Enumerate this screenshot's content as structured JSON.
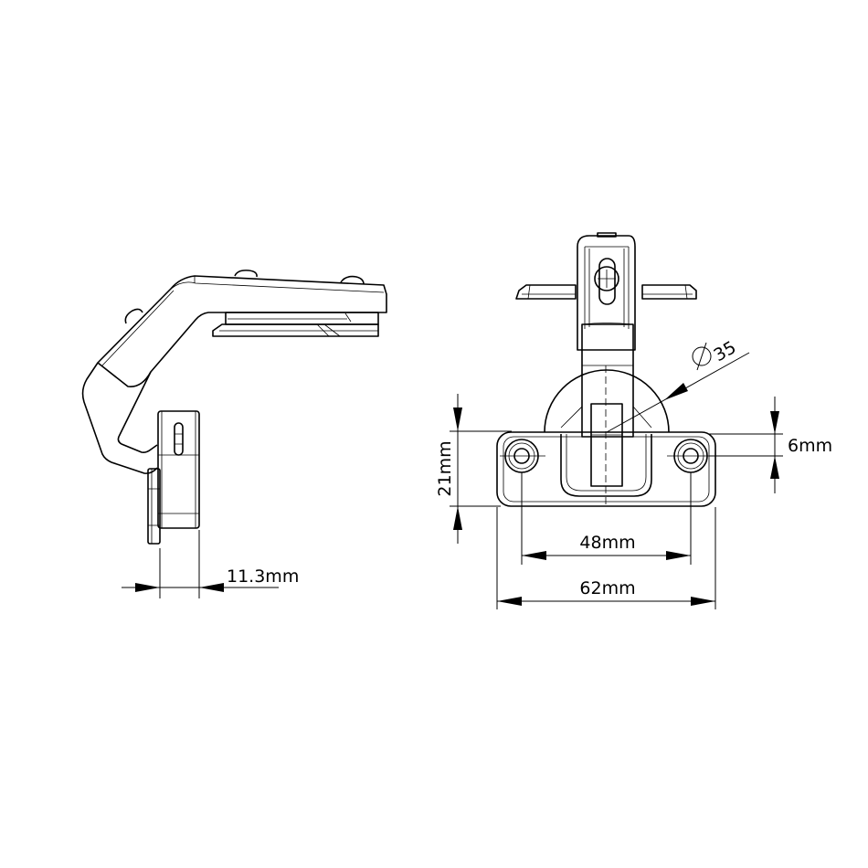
{
  "drawing": {
    "side_view": {
      "dimensions": {
        "depth_label": "11.3mm"
      }
    },
    "front_view": {
      "dimensions": {
        "height_label": "21mm",
        "offset_label": "6mm",
        "hole_spacing_label": "48mm",
        "width_label": "62mm",
        "cup_diameter_label": "35"
      }
    },
    "colors": {
      "line": "#000000",
      "background": "#ffffff"
    }
  }
}
